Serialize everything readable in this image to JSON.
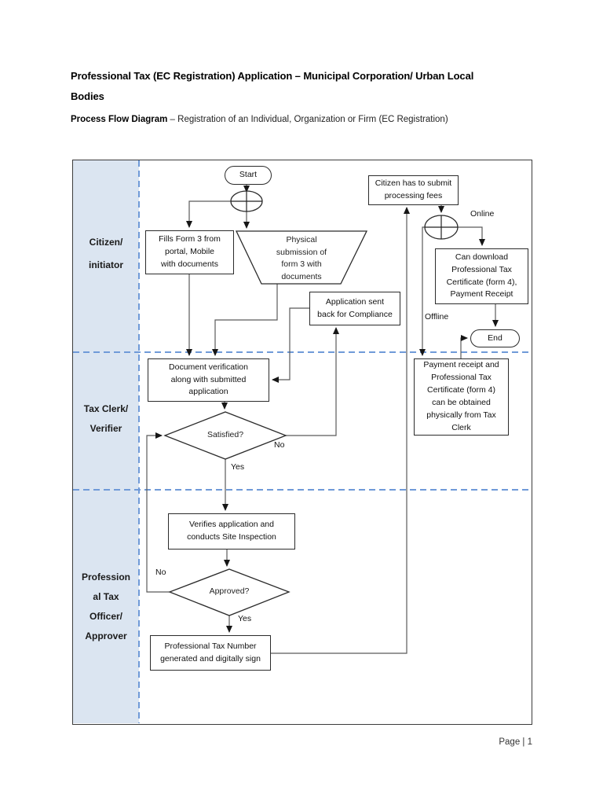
{
  "page": {
    "title": "Professional Tax (EC Registration) Application – Municipal Corporation/ Urban Local\nBodies",
    "subtitle_bold": "Process Flow Diagram",
    "subtitle_rest": " – Registration of an Individual, Organization or Firm (EC Registration)",
    "page_number": "Page | 1"
  },
  "colors": {
    "lane_fill": "#dbe5f1",
    "lane_divider_blue": "#6f9ad8",
    "connector_gray": "#5a5a5a",
    "shape_border": "#2b2b2b"
  },
  "lanes": [
    {
      "label": [
        "Citizen/",
        "initiator"
      ]
    },
    {
      "label": [
        "Tax Clerk/",
        "Verifier"
      ]
    },
    {
      "label": [
        "Profession",
        "al Tax",
        "Officer/",
        "Approver"
      ]
    }
  ],
  "nodes": {
    "start": "Start",
    "fills_form": [
      "Fills Form 3 from",
      "portal, Mobile",
      "with documents"
    ],
    "physical_submission": [
      "Physical",
      "submission of",
      "form 3 with",
      "documents"
    ],
    "citizen_fees": [
      "Citizen has to submit",
      "processing fees"
    ],
    "can_download": [
      "Can download",
      "Professional Tax",
      "Certificate (form 4),",
      "Payment Receipt"
    ],
    "end": "End",
    "app_sent_back": [
      "Application sent",
      "back for Compliance"
    ],
    "payment_receipt": [
      "Payment receipt and",
      "Professional Tax",
      "Certificate (form 4)",
      "can be obtained",
      "physically from Tax",
      "Clerk"
    ],
    "doc_verification": [
      "Document verification",
      "along with submitted",
      "application"
    ],
    "satisfied": "Satisfied?",
    "verifies": [
      "Verifies application and",
      "conducts Site Inspection"
    ],
    "approved": "Approved?",
    "ptn": [
      "Professional Tax Number",
      "generated and digitally sign"
    ]
  },
  "edge_labels": {
    "online": "Online",
    "offline": "Offline",
    "satisfied_no": "No",
    "satisfied_yes": "Yes",
    "approved_no": "No",
    "approved_yes": "Yes"
  }
}
